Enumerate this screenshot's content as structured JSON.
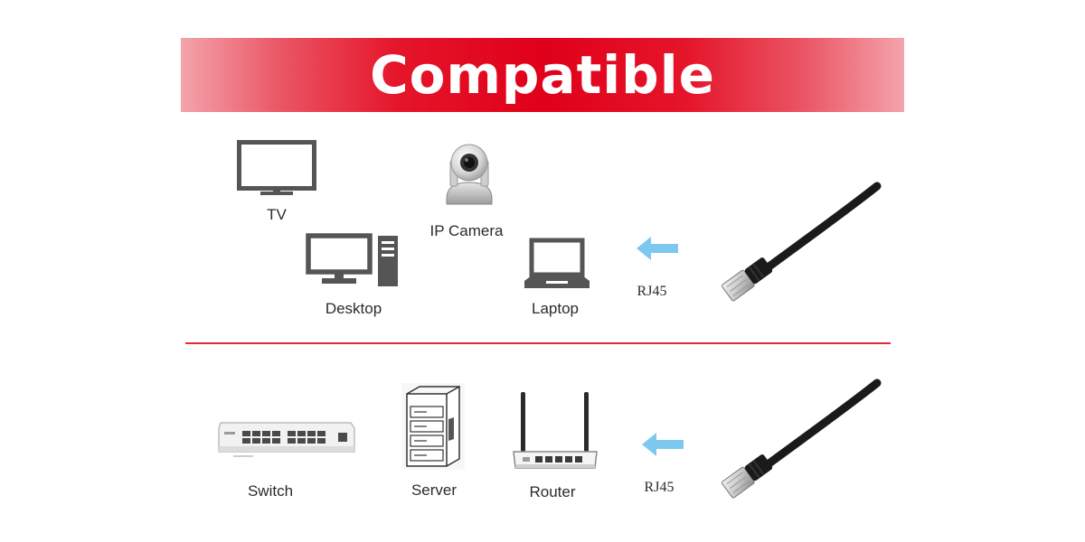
{
  "banner": {
    "title": "Compatible"
  },
  "top_section": {
    "devices": [
      {
        "label": "TV",
        "icon": "tv-icon"
      },
      {
        "label": "IP Camera",
        "icon": "ip-camera-icon"
      },
      {
        "label": "Desktop",
        "icon": "desktop-icon"
      },
      {
        "label": "Laptop",
        "icon": "laptop-icon"
      }
    ],
    "connector_label": "RJ45",
    "arrow_icon": "arrow-left-icon",
    "cable_icon": "rj45-cable-icon"
  },
  "bottom_section": {
    "devices": [
      {
        "label": "Switch",
        "icon": "switch-icon"
      },
      {
        "label": "Server",
        "icon": "server-icon"
      },
      {
        "label": "Router",
        "icon": "router-icon"
      }
    ],
    "connector_label": "RJ45",
    "arrow_icon": "arrow-left-icon",
    "cable_icon": "rj45-cable-icon"
  },
  "colors": {
    "banner_red": "#e0001a",
    "divider_red": "#e02a35",
    "icon_gray": "#555555",
    "arrow_blue": "#7ec8ef",
    "cable_black": "#1a1a1a"
  }
}
